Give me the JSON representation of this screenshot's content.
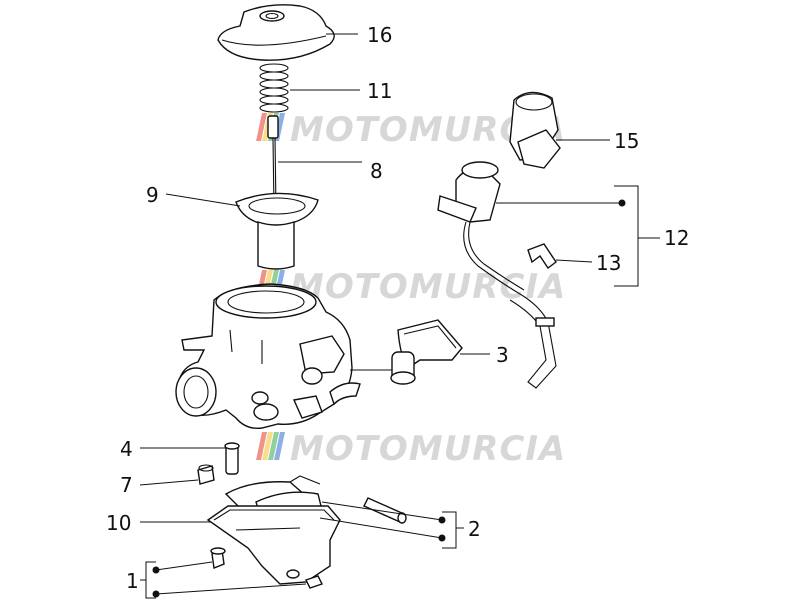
{
  "watermark": {
    "text": "MOTOMURCIA",
    "color": "#b8b8b8",
    "stripes": [
      "#e63b2e",
      "#f2c230",
      "#3aa84a",
      "#2f6fd6"
    ]
  },
  "callouts": [
    "16",
    "11",
    "15",
    "8",
    "9",
    "12",
    "13",
    "3",
    "4",
    "7",
    "10",
    "2",
    "1"
  ],
  "colors": {
    "line": "#111111",
    "background": "#ffffff"
  }
}
